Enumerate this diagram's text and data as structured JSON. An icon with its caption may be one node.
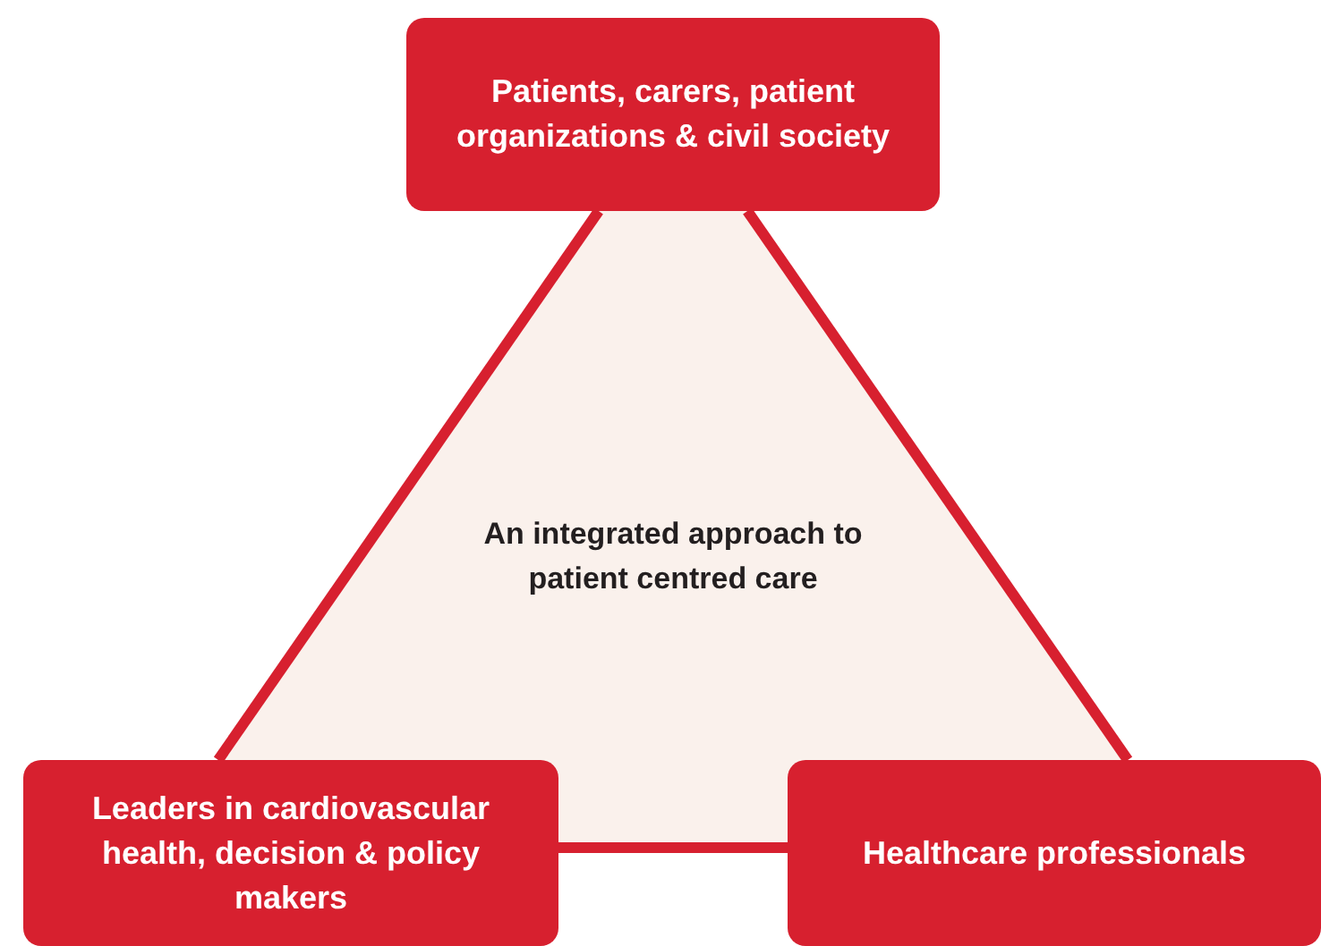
{
  "diagram": {
    "nodes": [
      {
        "text": [
          "Patients, carers, patient organizations & civil society"
        ]
      },
      {
        "text": [
          "An integrated approach to patient centred care"
        ]
      },
      {
        "text": [
          "Leaders in cardiovascular health, decision & policy makers"
        ]
      },
      {
        "text": [
          "Healthcare professionals"
        ]
      }
    ],
    "edges": [
      {
        "from": 0,
        "to": 2,
        "arrow": "none"
      },
      {
        "from": 0,
        "to": 3,
        "arrow": "none"
      },
      {
        "from": 2,
        "to": 3,
        "arrow": "none"
      }
    ]
  }
}
